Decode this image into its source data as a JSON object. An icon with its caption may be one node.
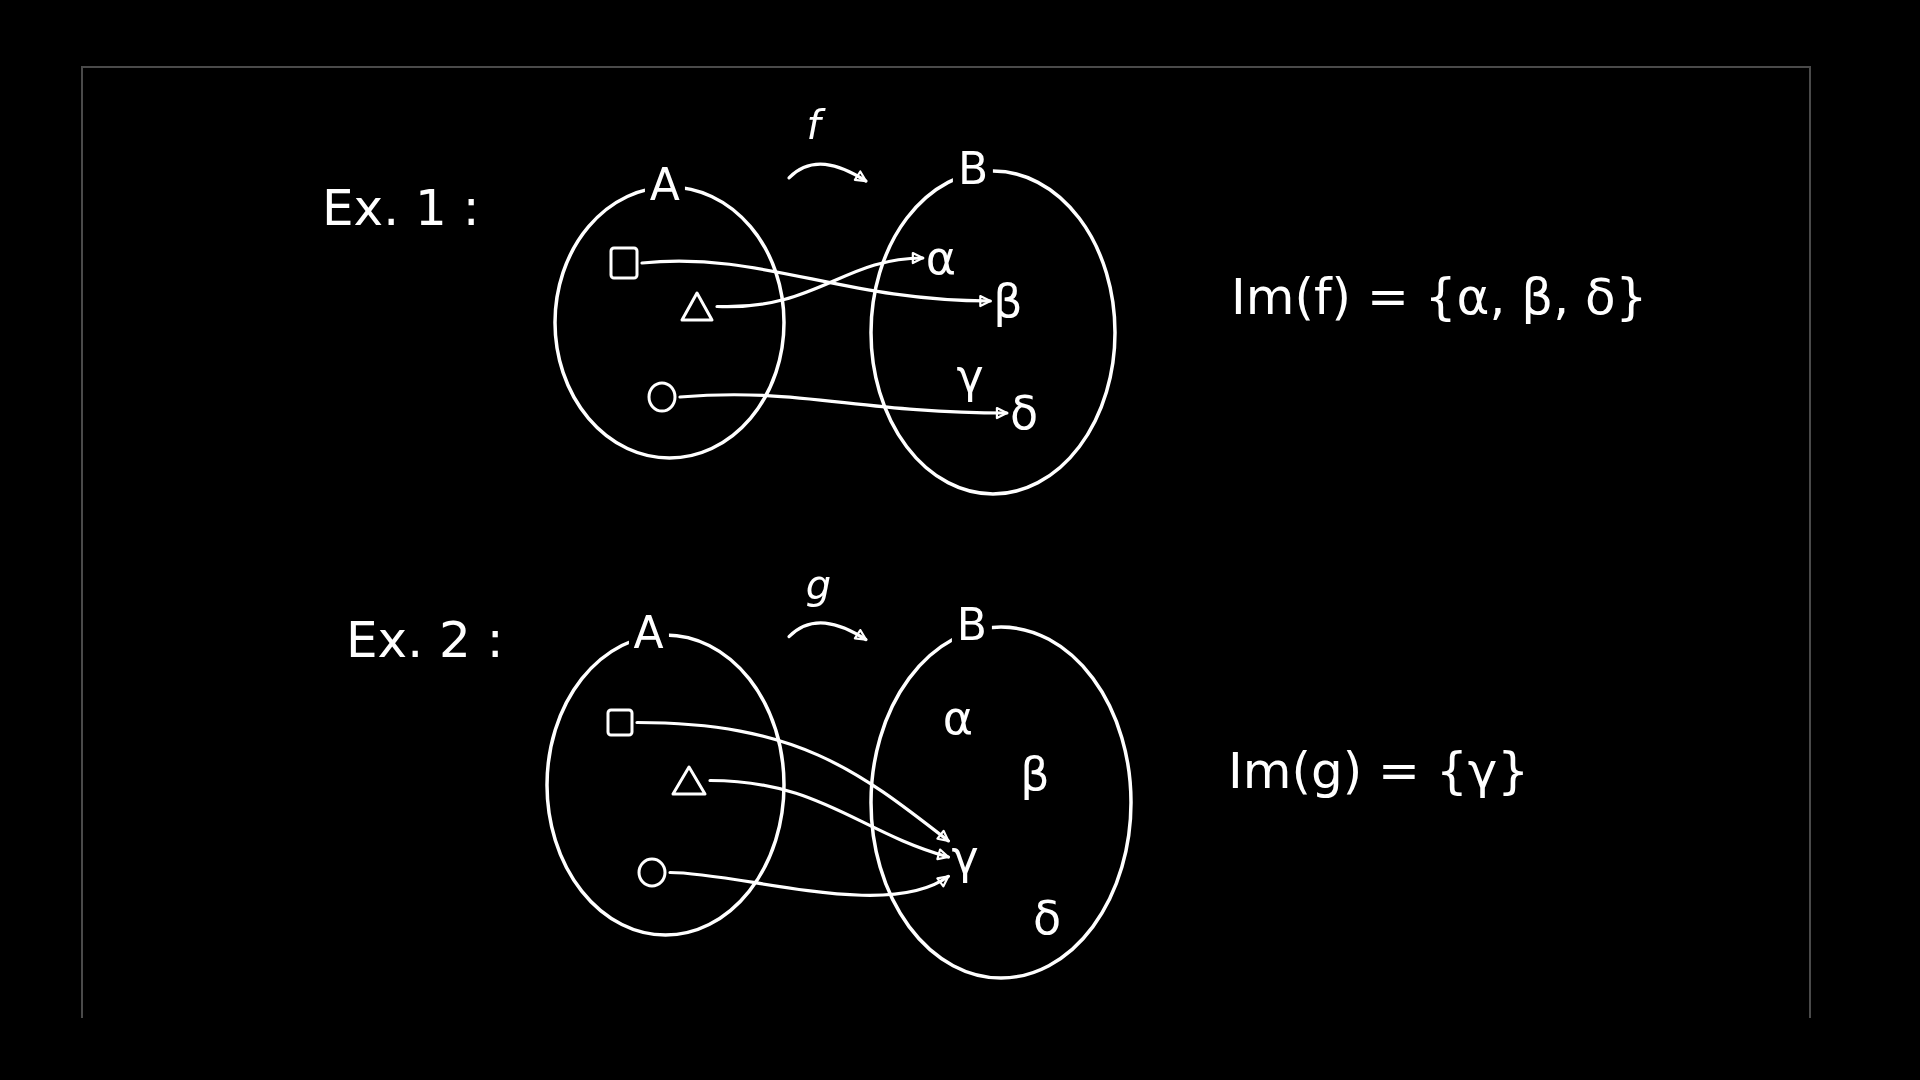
{
  "diagram": {
    "nodes": [
      {
        "text": [
          "A"
        ]
      },
      {
        "text": [],
        "shape": "square",
        "in": 0
      },
      {
        "text": [],
        "shape": "triangle",
        "in": 0
      },
      {
        "text": [],
        "shape": "circle",
        "in": 0
      },
      {
        "text": [
          "B"
        ]
      },
      {
        "text": [
          "α"
        ],
        "in": 4
      },
      {
        "text": [
          "β"
        ],
        "in": 4
      },
      {
        "text": [
          "γ"
        ],
        "in": 4
      },
      {
        "text": [
          "δ"
        ],
        "in": 4
      },
      {
        "text": [
          "A"
        ]
      },
      {
        "text": [],
        "shape": "square",
        "in": 9
      },
      {
        "text": [],
        "shape": "triangle",
        "in": 9
      },
      {
        "text": [],
        "shape": "circle",
        "in": 9
      },
      {
        "text": [
          "B"
        ]
      },
      {
        "text": [
          "α"
        ],
        "in": 13
      },
      {
        "text": [
          "β"
        ],
        "in": 13
      },
      {
        "text": [
          "γ"
        ],
        "in": 13
      },
      {
        "text": [
          "δ"
        ],
        "in": 13
      }
    ],
    "edges": [
      {
        "from": 0,
        "to": 4,
        "arrow": "to",
        "label": "f"
      },
      {
        "from": 1,
        "to": 6,
        "arrow": "to"
      },
      {
        "from": 2,
        "to": 5,
        "arrow": "to"
      },
      {
        "from": 3,
        "to": 8,
        "arrow": "to"
      },
      {
        "from": 9,
        "to": 13,
        "arrow": "to",
        "label": "g"
      },
      {
        "from": 10,
        "to": 16,
        "arrow": "to"
      },
      {
        "from": 11,
        "to": 16,
        "arrow": "to"
      },
      {
        "from": 12,
        "to": 16,
        "arrow": "to"
      }
    ],
    "labels": [
      "Ex. 1 :",
      "Im(f) = {α, β, δ}",
      "Ex. 2 :",
      "Im(g) = {γ}"
    ]
  }
}
